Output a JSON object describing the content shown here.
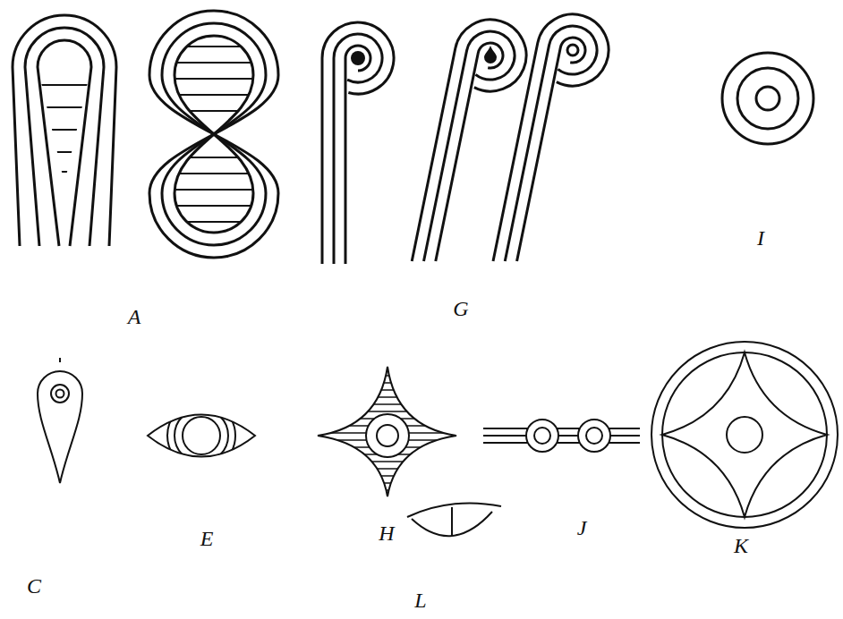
{
  "diagram": {
    "labels": [
      "A",
      "G",
      "I",
      "C",
      "E",
      "H",
      "J",
      "K",
      "L"
    ]
  }
}
